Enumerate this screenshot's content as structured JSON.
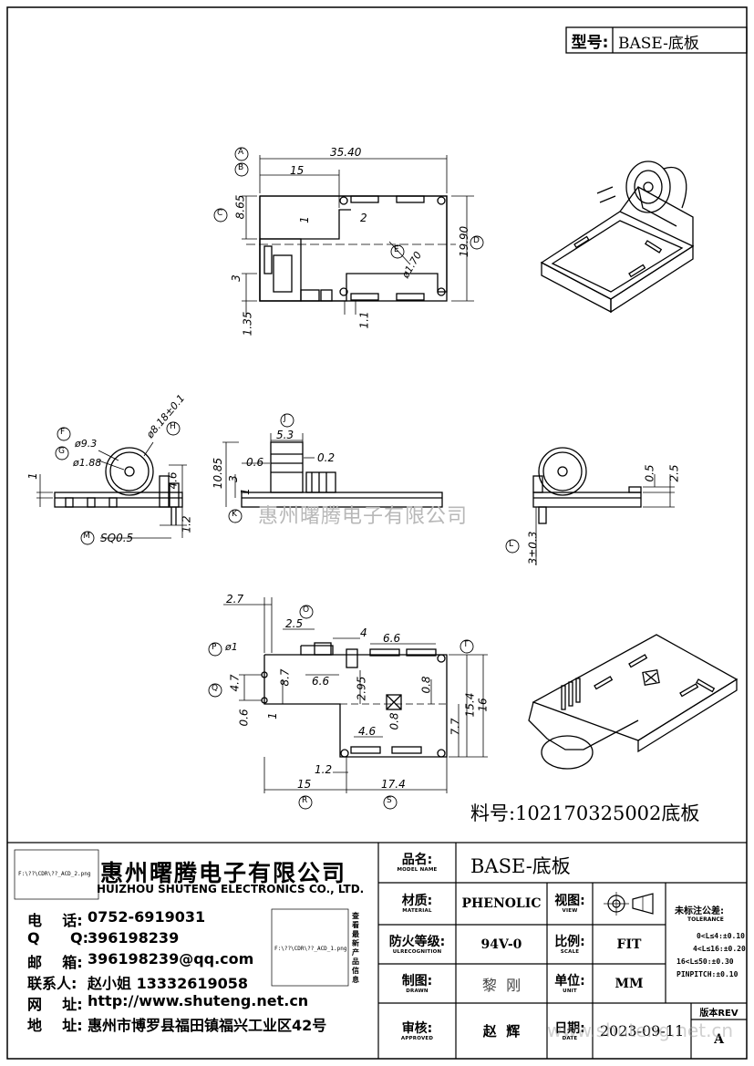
{
  "header": {
    "model_label": "型号:",
    "model_value": "BASE-底板"
  },
  "drawing": {
    "top_view": {
      "width": "35.40",
      "offset": "15",
      "h1": "8.65",
      "h2": "2",
      "h3": "1",
      "total": "19.90",
      "pin_hole": "ø1.70",
      "h4": "3",
      "h5": "1.35",
      "h6": "1.1",
      "circles": [
        "A",
        "B",
        "C",
        "D",
        "E"
      ]
    },
    "side_view_left": {
      "d1": "ø9.3",
      "d2": "ø1.88",
      "d3": "ø8.18±0.1",
      "h1": "1",
      "h2": "4.6",
      "h3": "1.2",
      "sq": "SQ0.5",
      "circles": [
        "F",
        "G",
        "H",
        "M"
      ]
    },
    "side_view_mid": {
      "w1": "5.3",
      "w2": "0.6",
      "w3": "0.2",
      "h1": "10.85",
      "h2": "3",
      "h3": "1",
      "circles": [
        "J",
        "K"
      ]
    },
    "side_view_right": {
      "h1": "0.5",
      "h2": "2.5",
      "h3": "3±0.3",
      "circles": [
        "L"
      ]
    },
    "bottom_view": {
      "w1": "2.7",
      "w2": "2.5",
      "w3": "4",
      "w4": "6.6",
      "w5": "6.6",
      "pin": "ø1",
      "h1": "4.7",
      "h2": "0.6",
      "h3": "1",
      "h4": "8.7",
      "h5": "2.95",
      "h6": "0.8",
      "h7": "0.8",
      "h8": "4.6",
      "h9": "7.7",
      "h10": "15.4",
      "h11": "16",
      "h12": "1.2",
      "w6": "15",
      "w7": "17.4",
      "circles": [
        "O",
        "P",
        "Q",
        "T",
        "R",
        "S"
      ]
    },
    "watermark": "惠州曙腾电子有限公司",
    "part_number": "料号:102170325002底板"
  },
  "title_block": {
    "logo_path": "F:\\??\\CDR\\??_ACD_2.png",
    "company_cn": "惠州曙腾电子有限公司",
    "company_en": "HUIZHOU SHUTENG ELECTRONICS CO., LTD.",
    "contacts": [
      {
        "label": "电    话:",
        "value": "0752-6919031"
      },
      {
        "label": "Q      Q:",
        "value": "396198239"
      },
      {
        "label": "邮    箱:",
        "value": "396198239@qq.com"
      },
      {
        "label": "联系人:",
        "value": "赵小姐 13332619058"
      },
      {
        "label": "网    址:",
        "value": "http://www.shuteng.net.cn"
      },
      {
        "label": "地    址:",
        "value": "惠州市博罗县福田镇福兴工业区42号"
      }
    ],
    "qr_path": "F:\\??\\CDR\\??_ACD_1.png",
    "qr_side_text": "查看最新产品信息",
    "fields": {
      "model_name_cn": "品名:",
      "model_name_en": "MODEL NAME",
      "model_name_value": "BASE-底板",
      "material_cn": "材质:",
      "material_en": "MATERIAL",
      "material_value": "PHENOLIC",
      "view_cn": "视图:",
      "view_en": "VIEW",
      "recog_cn": "防火等级:",
      "recog_en": "ULRECOGNITION",
      "recog_value": "94V-0",
      "scale_cn": "比例:",
      "scale_en": "SCALE",
      "scale_value": "FIT",
      "drawn_cn": "制图:",
      "drawn_en": "DRAWN",
      "drawn_value": "黎  刚",
      "unit_cn": "单位:",
      "unit_en": "UNIT",
      "unit_value": "MM",
      "approved_cn": "审核:",
      "approved_en": "APPROVED",
      "approved_value": "赵  辉",
      "date_cn": "日期:",
      "date_en": "DATE",
      "date_value": "2023-09-11",
      "rev_label": "版本REV",
      "rev_value": "A"
    },
    "tolerance": {
      "title": "未标注公差:",
      "title_en": "TOLERANCE",
      "rows": [
        "0<L≤4:±0.10",
        "4<L≤16:±0.20",
        "16<L≤50:±0.30",
        "PINPITCH:±0.10"
      ]
    },
    "footer_watermark": "www.shuteng.net.cn"
  }
}
